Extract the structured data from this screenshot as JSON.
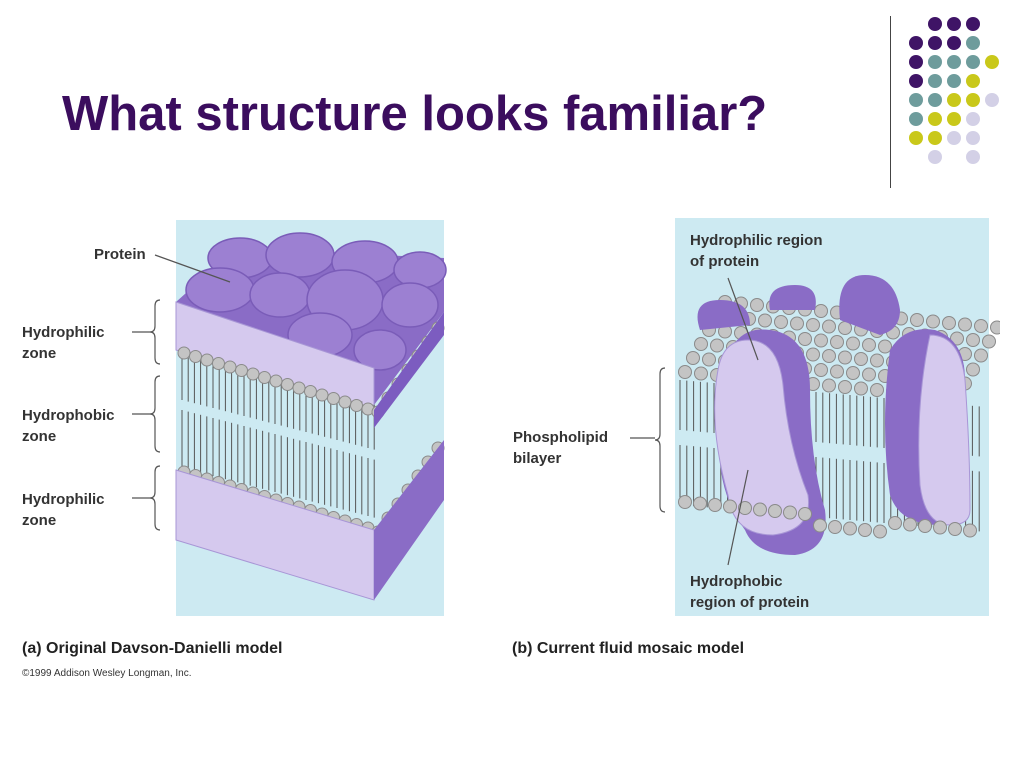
{
  "slide": {
    "title": "What structure looks familiar?"
  },
  "left_figure": {
    "label_protein": "Protein",
    "label_hydrophilic_top": "Hydrophilic\nzone",
    "label_hydrophobic": "Hydrophobic\nzone",
    "label_hydrophilic_bottom": "Hydrophilic\nzone",
    "caption": "(a) Original Davson-Danielli model",
    "copyright": "©1999 Addison Wesley Longman, Inc."
  },
  "right_figure": {
    "label_hydrophilic_region": "Hydrophilic region\nof protein",
    "label_phospholipid": "Phospholipid\nbilayer",
    "label_hydrophobic_region": "Hydrophobic\nregion of protein",
    "caption": "(b) Current fluid mosaic model"
  },
  "colors": {
    "title": "#3b0d5e",
    "panel_bg": "#cdeaf2",
    "protein_dark": "#8a6cc6",
    "protein_light": "#cfc2ea",
    "head": "#c4c4c4",
    "dot_purple": "#3f1466",
    "dot_teal": "#6e9c9c",
    "dot_yellow": "#c9c81a",
    "dot_lavender": "#d3d0e6"
  }
}
